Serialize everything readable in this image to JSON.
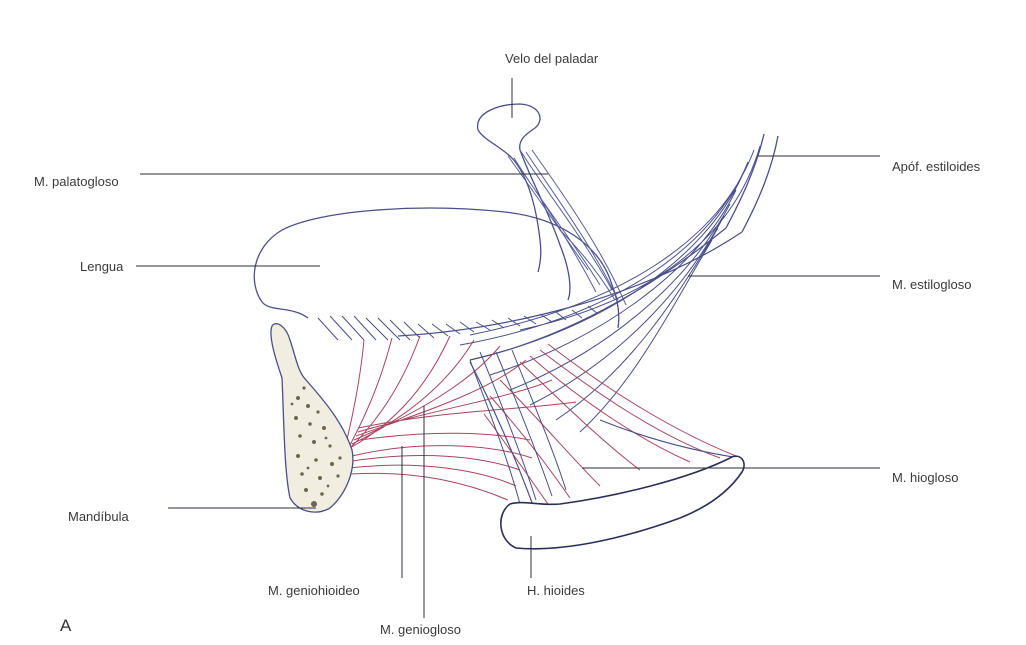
{
  "figure": {
    "panel_letter": "A",
    "labels": {
      "velo": "Velo del paladar",
      "palatogloso": "M. palatogloso",
      "apofisis": "Apóf. estiloides",
      "lengua": "Lengua",
      "estilogloso": "M. estilogloso",
      "hiogloso": "M. hiogloso",
      "mandibula": "Mandíbula",
      "geniohioideo": "M. geniohioideo",
      "hioides": "H. hioides",
      "geniogloso": "M. geniogloso"
    }
  },
  "colors": {
    "outline": "#4a4f8a",
    "leader": "#2d2d3a",
    "red_fibers": "#a8445e",
    "bone_fill": "#f1ede0",
    "bone_dots": "#6b6550"
  }
}
